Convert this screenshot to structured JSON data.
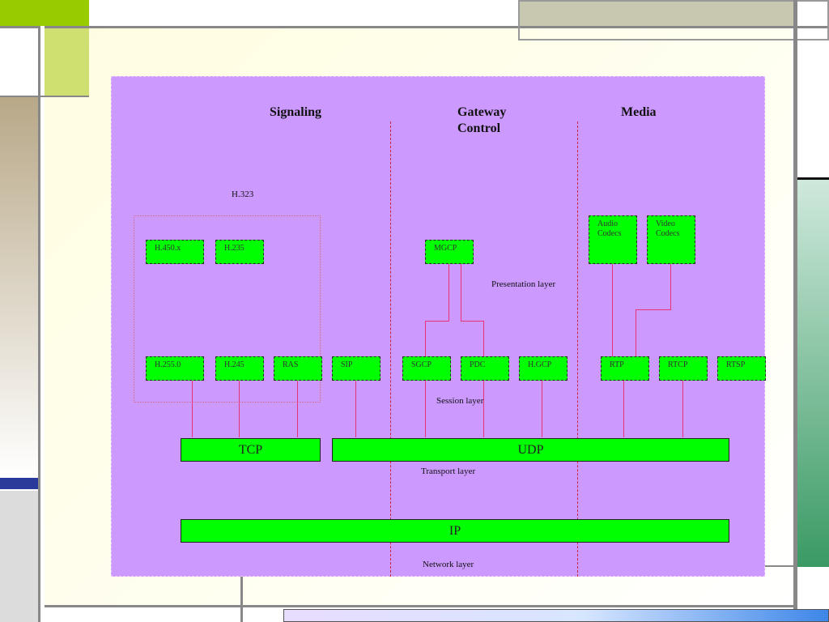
{
  "headings": {
    "signaling": "Signaling",
    "gateway_line1": "Gateway",
    "gateway_line2": "Control",
    "media": "Media"
  },
  "group_label": "H.323",
  "protocols": {
    "h450": "H.450.x",
    "h235": "H.235",
    "mgcp": "MGCP",
    "audio_line1": "Audio",
    "audio_line2": "Codecs",
    "video_line1": "Video",
    "video_line2": "Codecs",
    "h2250": "H.255.0",
    "h245": "H.245",
    "ras": "RAS",
    "sip": "SIP",
    "sgcp": "SGCP",
    "pdc": "PDC",
    "hgcp": "H.GCP",
    "rtp": "RTP",
    "rtcp": "RTCP",
    "rtsp": "RTSP"
  },
  "transport": {
    "tcp": "TCP",
    "udp": "UDP",
    "ip": "IP"
  },
  "layers": {
    "presentation": "Presentation layer",
    "session": "Session layer",
    "transport": "Transport layer",
    "network": "Network layer"
  },
  "colors": {
    "panel": "#cc99ff",
    "box": "#00ff00",
    "divider": "#cc2244",
    "wire": "#e8337a"
  }
}
